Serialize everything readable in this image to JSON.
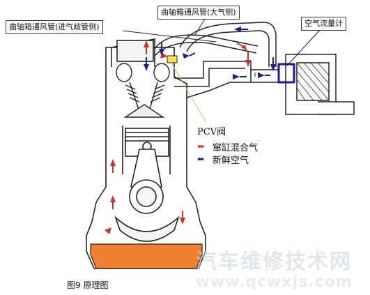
{
  "labels": {
    "breather_intake_side": "曲轴箱通风管(进气歧管侧)",
    "breather_atmosphere_side": "曲轴箱通风管(大气侧)",
    "air_flow_meter": "空气流量计",
    "pcv_valve": "PCV阀"
  },
  "legend": {
    "items": [
      {
        "label": "窜缸混合气",
        "color": "#d32f2f"
      },
      {
        "label": "新鲜空气",
        "color": "#1a237e"
      }
    ]
  },
  "caption": "图9 原理图",
  "watermark": {
    "brand": "汽车维修技术网",
    "url": "www.qcwxjs.com"
  },
  "colors": {
    "oil": "#f08030",
    "blowby_arrow": "#d32f2f",
    "fresh_air_arrow": "#1a237e",
    "meter_box": "#1a1aa0"
  }
}
